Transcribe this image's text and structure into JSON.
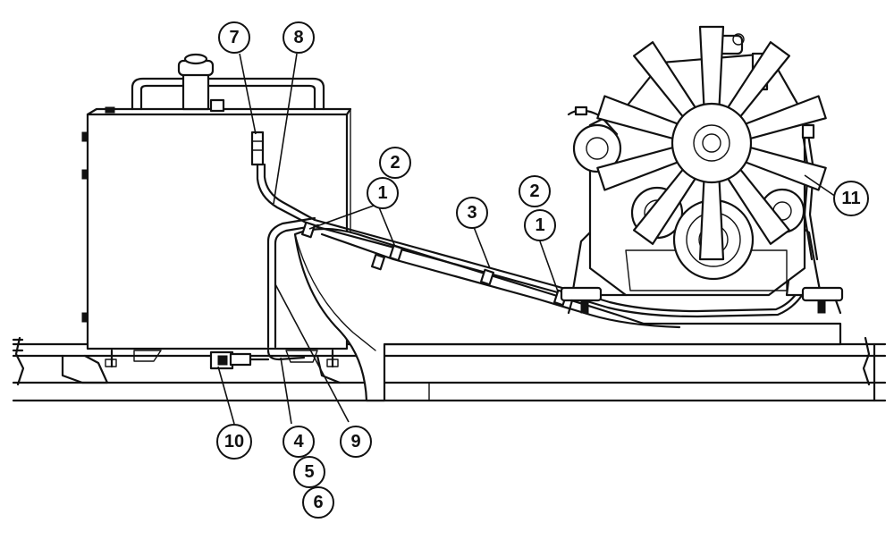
{
  "callouts": [
    {
      "id": "c7",
      "label": "7"
    },
    {
      "id": "c8",
      "label": "8"
    },
    {
      "id": "c2a",
      "label": "2"
    },
    {
      "id": "c1a",
      "label": "1"
    },
    {
      "id": "c3",
      "label": "3"
    },
    {
      "id": "c2b",
      "label": "2"
    },
    {
      "id": "c1b",
      "label": "1"
    },
    {
      "id": "c11",
      "label": "11"
    },
    {
      "id": "c10",
      "label": "10"
    },
    {
      "id": "c4",
      "label": "4"
    },
    {
      "id": "c5",
      "label": "5"
    },
    {
      "id": "c6",
      "label": "6"
    },
    {
      "id": "c9",
      "label": "9"
    }
  ]
}
